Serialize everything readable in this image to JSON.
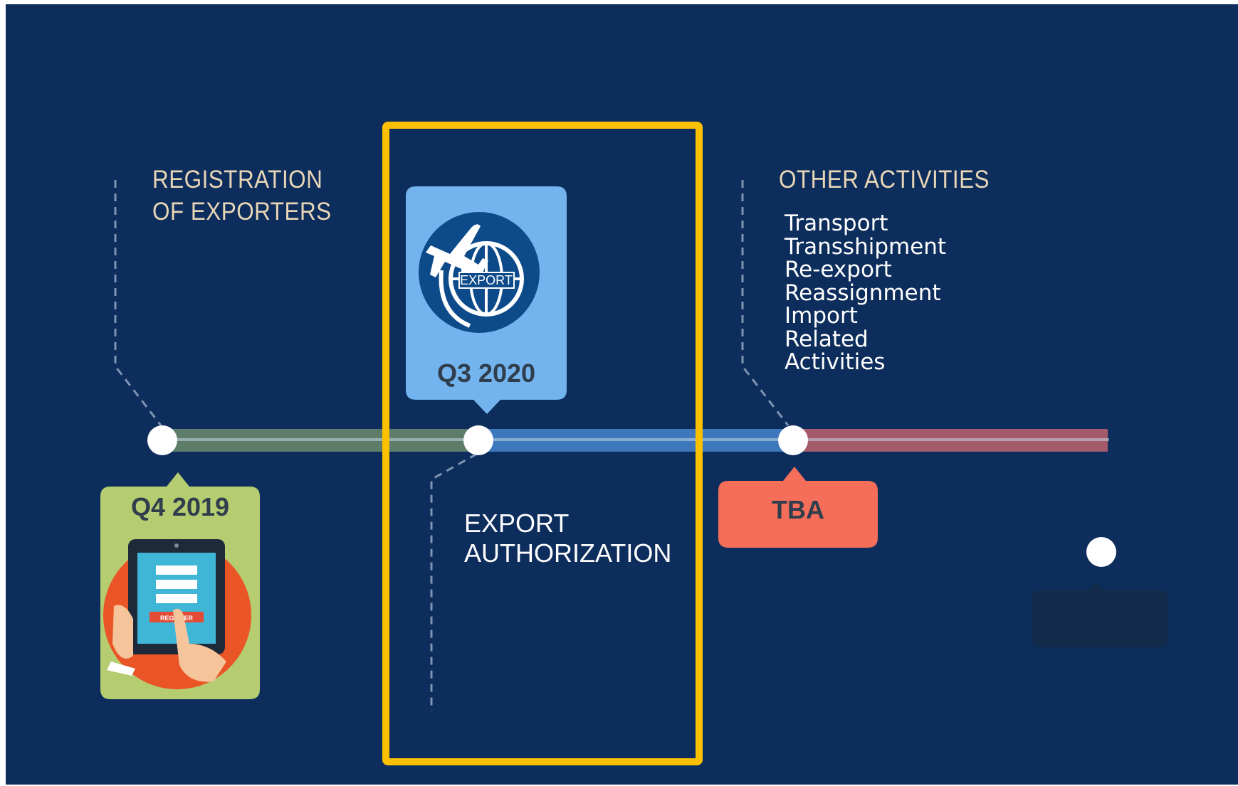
{
  "milestones": [
    {
      "id": "q4-2019",
      "date": "Q4 2019",
      "title": "REGISTRATION\nOF EXPORTERS",
      "badge_color": "#b5cd70",
      "badge_icon": "tablet-register-icon",
      "badge_icon_text": "REGISTER"
    },
    {
      "id": "q3-2020",
      "date": "Q3 2020",
      "title": "EXPORT\nAUTHORIZATION",
      "badge_color": "#73b4ee",
      "badge_icon": "export-globe-plane-icon",
      "badge_icon_text": "EXPORT"
    },
    {
      "id": "tba",
      "date": "TBA",
      "title": "OTHER ACTIVITIES",
      "badge_color": "#f46e5a",
      "activities": [
        "Transport",
        "Transshipment",
        "Re-export",
        "Reassignment",
        "Import",
        "Related",
        "Activities"
      ]
    }
  ],
  "colors": {
    "background": "#0d2d5c",
    "highlight_box": "#fbc000",
    "segment_1": "#5d7d6a",
    "segment_2": "#3d78bd",
    "segment_3": "#a35a6a",
    "node": "#ffffff"
  }
}
